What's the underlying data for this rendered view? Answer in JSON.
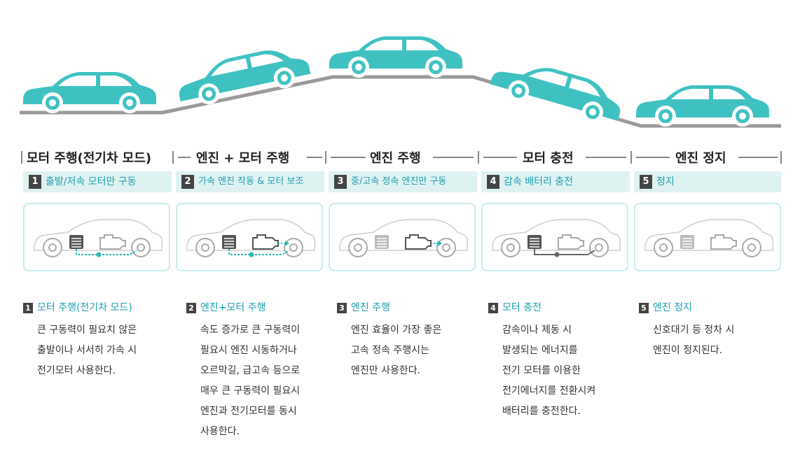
{
  "stages": [
    {
      "number": "1",
      "title": "모터 주행(전기차 모드)",
      "subtitle": "출발/저속 모터만 구동",
      "desc_title": "모터 주행(전기차 모드)",
      "desc_lines": [
        "큰 구동력이 필요치 않은",
        "출발이나 서서히 가속 시",
        "전기모터 사용한다."
      ],
      "battery": "active",
      "engine": "idle",
      "flow": "battery-to-wheel"
    },
    {
      "number": "2",
      "title": "엔진 + 모터 주행",
      "subtitle": "가속 엔진 작동 & 모터 보조",
      "desc_title": "엔진+모터 주행",
      "desc_lines": [
        "속도 증가로 큰 구동력이",
        "필요시 엔진 시동하거나",
        "오르막길, 급고속 등으로",
        "매우 큰 구동력이 필요시",
        "엔진과 전기모터를 동시",
        "사용한다."
      ],
      "battery": "active",
      "engine": "active",
      "flow": "both-to-wheel"
    },
    {
      "number": "3",
      "title": "엔진 주행",
      "subtitle": "중/고속 정속 엔진만 구동",
      "desc_title": "엔진 주행",
      "desc_lines": [
        "엔진 효율이 가장 좋은",
        "고속 정속 주행시는",
        "엔진만 사용한다."
      ],
      "battery": "idle",
      "engine": "active",
      "flow": "engine-to-wheel"
    },
    {
      "number": "4",
      "title": "모터 충전",
      "subtitle": "감속 배터리 충전",
      "desc_title": "모터 충전",
      "desc_lines": [
        "감속이나 제동 시",
        "발생되는 에너지를",
        "전기 모터를 이용한",
        "전기에너지를 전환시켜",
        "배터리를 충전한다."
      ],
      "battery": "active",
      "engine": "idle",
      "flow": "wheel-to-battery"
    },
    {
      "number": "5",
      "title": "엔진 정지",
      "subtitle": "정지",
      "desc_title": "엔진 정지",
      "desc_lines": [
        "신호대기 등 정차 시",
        "엔진이 정지된다."
      ],
      "battery": "idle",
      "engine": "idle",
      "flow": "none"
    }
  ],
  "colors": {
    "accent": "#1d9fae",
    "car": "#3fc1c1",
    "road": "#9a9a9a",
    "bar_bg": "#dff2f2",
    "box_border": "#c8ecec",
    "flow": "#2bb7b7"
  }
}
